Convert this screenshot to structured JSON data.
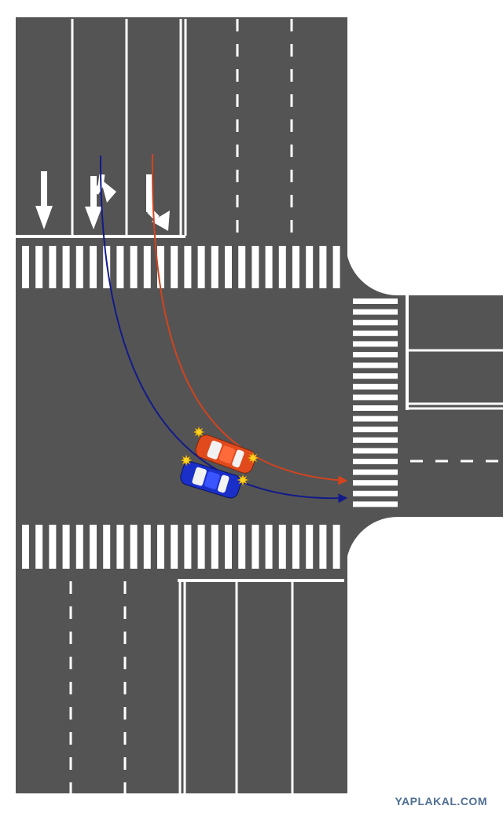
{
  "watermark": {
    "text": "YAPLAKAL.COM",
    "color": "#4f6f93"
  },
  "colors": {
    "road": "#545454",
    "marking": "#ffffff",
    "background": "#ffffff",
    "red_car": "#e04a1c",
    "blue_car": "#1a2fc8",
    "red_path": "#d2441e",
    "blue_path": "#121a8a",
    "impact": "#ffd21f"
  },
  "lane_arrows": [
    {
      "type": "straight"
    },
    {
      "type": "straight-right"
    },
    {
      "type": "right"
    }
  ],
  "vehicles": [
    {
      "name": "red-car"
    },
    {
      "name": "blue-car"
    }
  ],
  "paths": [
    {
      "name": "red-car-path"
    },
    {
      "name": "blue-car-path"
    }
  ]
}
